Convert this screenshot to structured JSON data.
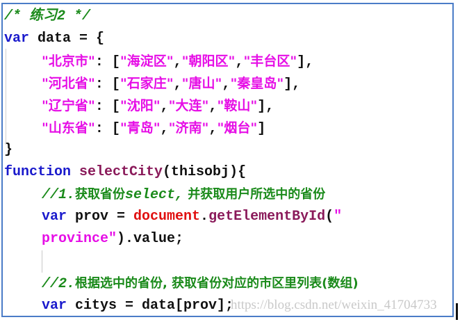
{
  "code": {
    "comment_title": "/* 练习2 */",
    "data_decl": {
      "kw": "var",
      "rest": " data = {"
    },
    "provinces": [
      {
        "key": "\"北京市\"",
        "cities": [
          "\"海淀区\"",
          "\"朝阳区\"",
          "\"丰台区\""
        ],
        "trail": "],"
      },
      {
        "key": "\"河北省\"",
        "cities": [
          "\"石家庄\"",
          "\"唐山\"",
          "\"秦皇岛\""
        ],
        "trail": "],"
      },
      {
        "key": "\"辽宁省\"",
        "cities": [
          "\"沈阳\"",
          "\"大连\"",
          "\"鞍山\""
        ],
        "trail": "],"
      },
      {
        "key": "\"山东省\"",
        "cities": [
          "\"青岛\"",
          "\"济南\"",
          "\"烟台\""
        ],
        "trail": "]"
      }
    ],
    "close_brace": "}",
    "func_decl": {
      "kw": "function",
      "name": " selectCity",
      "params": "(thisobj){"
    },
    "comment1": {
      "prefix": "//1.",
      "zh1": "获取省份",
      "mid": "select,",
      "zh2": " 并获取用户所选中的省份"
    },
    "prov_line": {
      "kw": "var",
      "lhs": " prov = ",
      "obj": "document",
      "dot": ".",
      "method": "getElementById",
      "open": "(\""
    },
    "prov_line2": {
      "str": "province\"",
      "rest": ").value;"
    },
    "comment2": {
      "prefix": "//2.",
      "zh": "根据选中的省份, 获取省份对应的市区里列表(数组)"
    },
    "citys_line": {
      "kw": "var",
      "rest": " citys = data[prov];"
    }
  },
  "watermark": "https://blog.csdn.net/weixin_41704733",
  "colors": {
    "keyword": "#1a1acc",
    "comment": "#1a8a1a",
    "string": "#e60ee6",
    "function_name": "#8a1a5a",
    "object": "#e01010",
    "border": "#4a7cc7"
  }
}
